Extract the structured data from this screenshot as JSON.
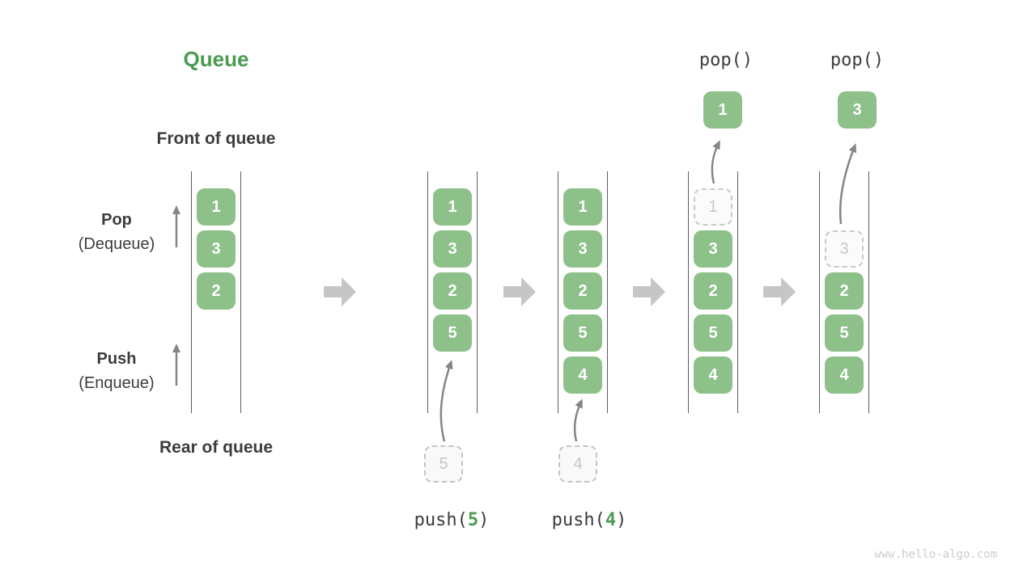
{
  "title": "Queue",
  "watermark": "www.hello-algo.com",
  "labels": {
    "front_of_queue": "Front of queue",
    "rear_of_queue": "Rear of queue",
    "pop": "Pop",
    "pop_alias": "(Dequeue)",
    "push": "Push",
    "push_alias": "(Enqueue)"
  },
  "columns": [
    {
      "name": "initial-state",
      "boxes": [
        {
          "value": "1"
        },
        {
          "value": "3"
        },
        {
          "value": "2"
        }
      ]
    },
    {
      "name": "after-push-5",
      "boxes": [
        {
          "value": "1"
        },
        {
          "value": "3"
        },
        {
          "value": "2"
        },
        {
          "value": "5"
        }
      ]
    },
    {
      "name": "after-push-4",
      "boxes": [
        {
          "value": "1"
        },
        {
          "value": "3"
        },
        {
          "value": "2"
        },
        {
          "value": "5"
        },
        {
          "value": "4"
        }
      ]
    },
    {
      "name": "after-pop-1",
      "pop_label": "pop()",
      "popped_value": "1",
      "boxes": [
        {
          "value": "1",
          "ghost": true
        },
        {
          "value": "3"
        },
        {
          "value": "2"
        },
        {
          "value": "5"
        },
        {
          "value": "4"
        }
      ]
    },
    {
      "name": "after-pop-3",
      "pop_label": "pop()",
      "popped_value": "3",
      "boxes": [
        {
          "value": "3",
          "ghost": true
        },
        {
          "value": "2"
        },
        {
          "value": "5"
        },
        {
          "value": "4"
        }
      ]
    }
  ],
  "push_operations": [
    {
      "func": "push(",
      "arg": "5",
      "close": ")",
      "staged_value": "5"
    },
    {
      "func": "push(",
      "arg": "4",
      "close": ")",
      "staged_value": "4"
    }
  ],
  "colors": {
    "box_green": "#8dc189",
    "accent_green": "#4a9b50",
    "text_dark": "#3c3c3c",
    "rail_gray": "#5d5d5d",
    "arrow_gray": "#858585",
    "flow_arrow_gray": "#c6c6c6",
    "ghost_gray": "#c9c9c9",
    "watermark_gray": "#cccccc"
  }
}
